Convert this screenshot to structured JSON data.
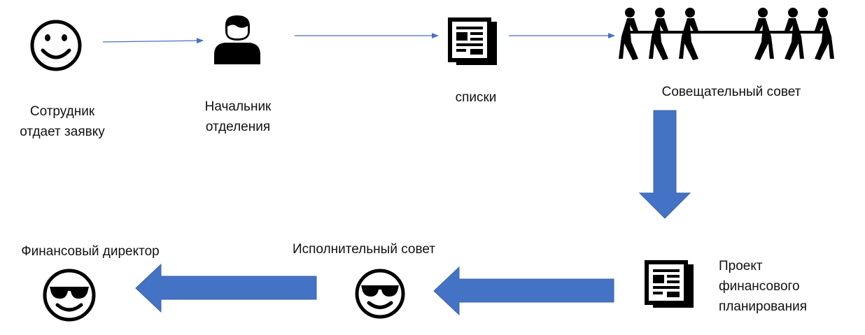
{
  "nodes": {
    "employee": {
      "label_line1": "Сотрудник",
      "label_line2": "отдает заявку",
      "icon": "smiley-face-icon"
    },
    "department_head": {
      "label_line1": "Начальник",
      "label_line2": "отделения",
      "icon": "person-icon"
    },
    "lists": {
      "label": "списки",
      "icon": "newspaper-icon"
    },
    "advisory_council": {
      "label": "Совещательный совет",
      "icon": "tug-of-war-icon"
    },
    "financial_plan": {
      "label_line1": "Проект",
      "label_line2": "финансового",
      "label_line3": "планирования",
      "icon": "newspaper-icon"
    },
    "executive_council": {
      "label": "Исполнительный совет",
      "icon": "sunglasses-face-icon"
    },
    "financial_director": {
      "label": "Финансовый директор",
      "icon": "sunglasses-face-icon"
    }
  },
  "colors": {
    "flow_arrow": "#4472c4",
    "icon": "#000000"
  }
}
